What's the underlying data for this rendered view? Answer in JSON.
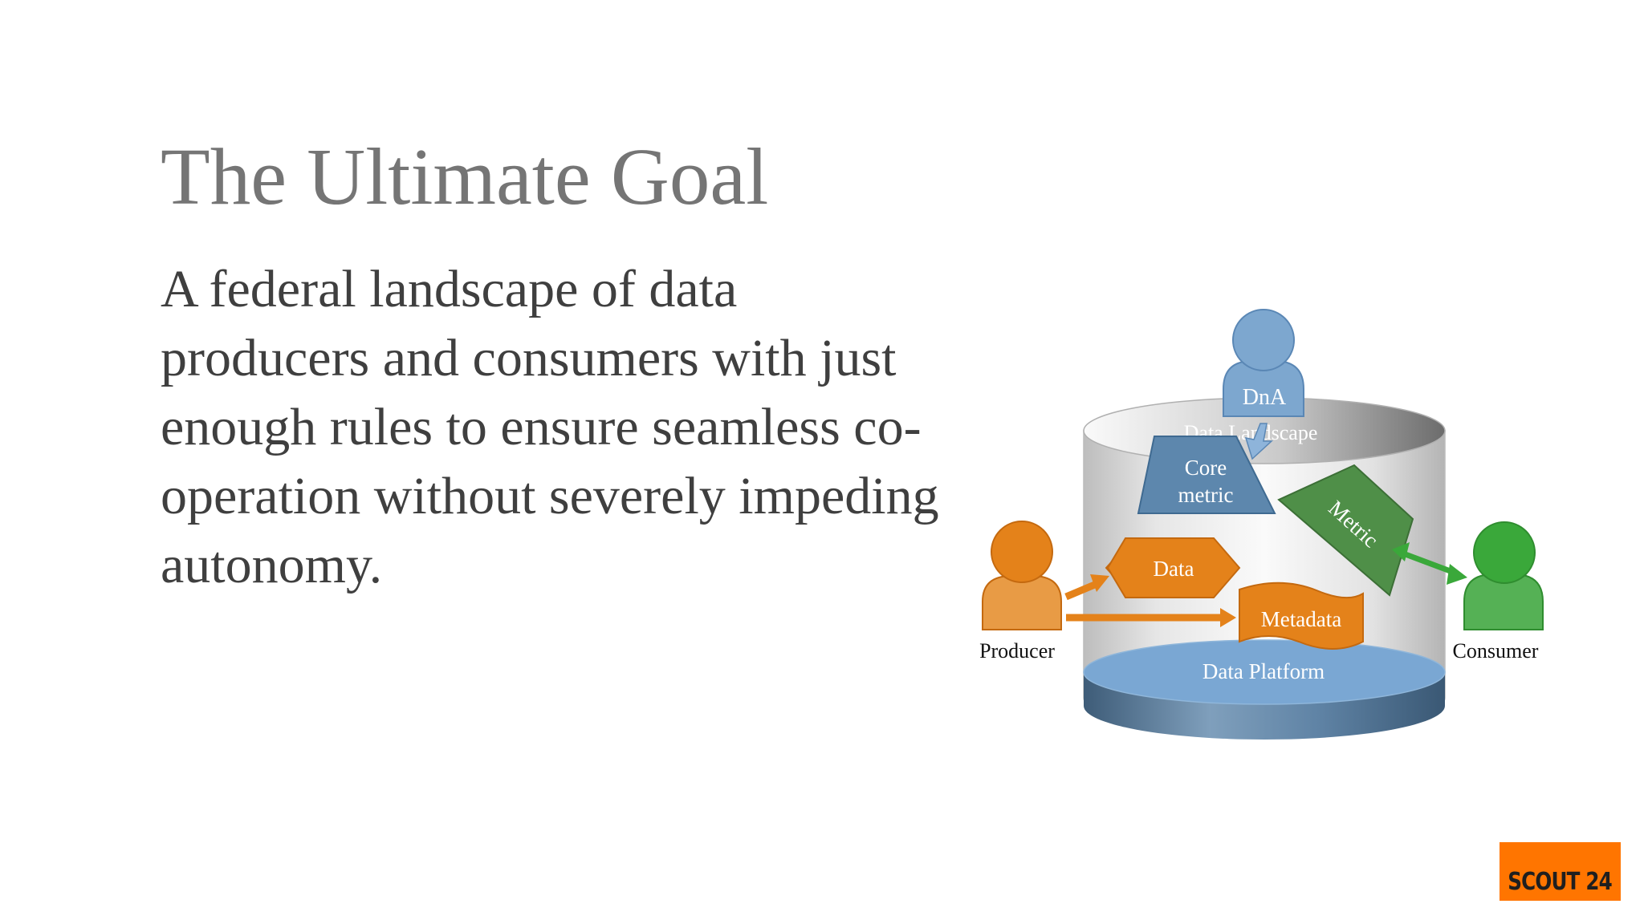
{
  "slide": {
    "title": "The Ultimate Goal",
    "body": "A federal landscape of data producers and consumers with just enough rules to ensure seamless co-operation without severely impeding autonomy."
  },
  "diagram": {
    "landscape_label": "Data Landscape",
    "platform_label": "Data Platform",
    "dna_label": "DnA",
    "core_metric_line1": "Core",
    "core_metric_line2": "metric",
    "metric_label": "Metric",
    "data_label": "Data",
    "metadata_label": "Metadata",
    "producer_label": "Producer",
    "consumer_label": "Consumer"
  },
  "colors": {
    "title": "#757575",
    "body_text": "#3f3f3f",
    "dna_blue": "#7da7cf",
    "core_metric": "#5d87ad",
    "metric_green": "#4f8f48",
    "consumer_green": "#3aa83a",
    "producer_orange": "#e4821a",
    "platform_blue": "#6f9dc9",
    "brand_orange": "#ff7500"
  },
  "logo": {
    "text": "SCOUT 24"
  }
}
